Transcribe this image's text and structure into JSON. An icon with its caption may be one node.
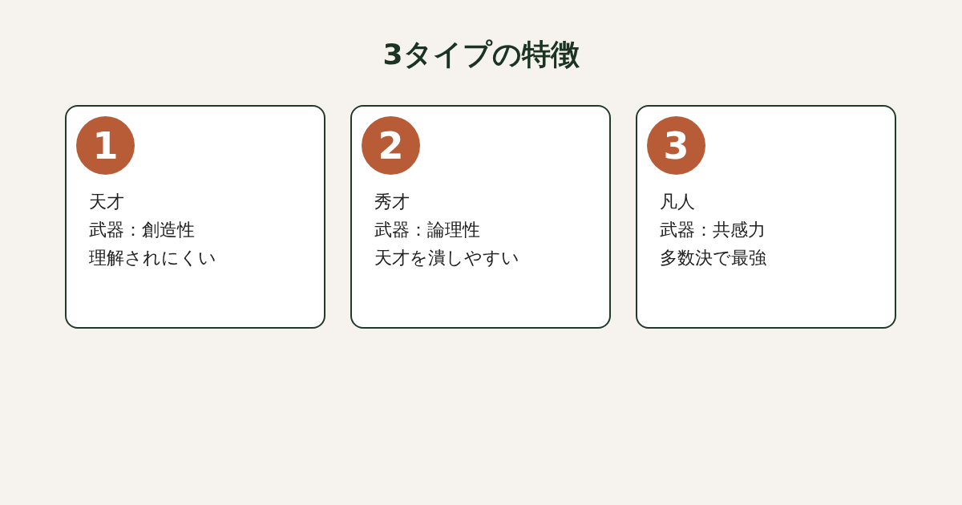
{
  "diagram": {
    "title": "3タイプの特徴",
    "nodes": [
      {
        "text": [
          "天才",
          "武器：創造性",
          "理解されにくい"
        ]
      },
      {
        "text": [
          "1"
        ],
        "in": 0
      },
      {
        "text": [
          "秀才",
          "武器：論理性",
          "天才を潰しやすい"
        ]
      },
      {
        "text": [
          "2"
        ],
        "in": 2
      },
      {
        "text": [
          "凡人",
          "武器：共感力",
          "多数決で最強"
        ]
      },
      {
        "text": [
          "3"
        ],
        "in": 4
      }
    ]
  }
}
